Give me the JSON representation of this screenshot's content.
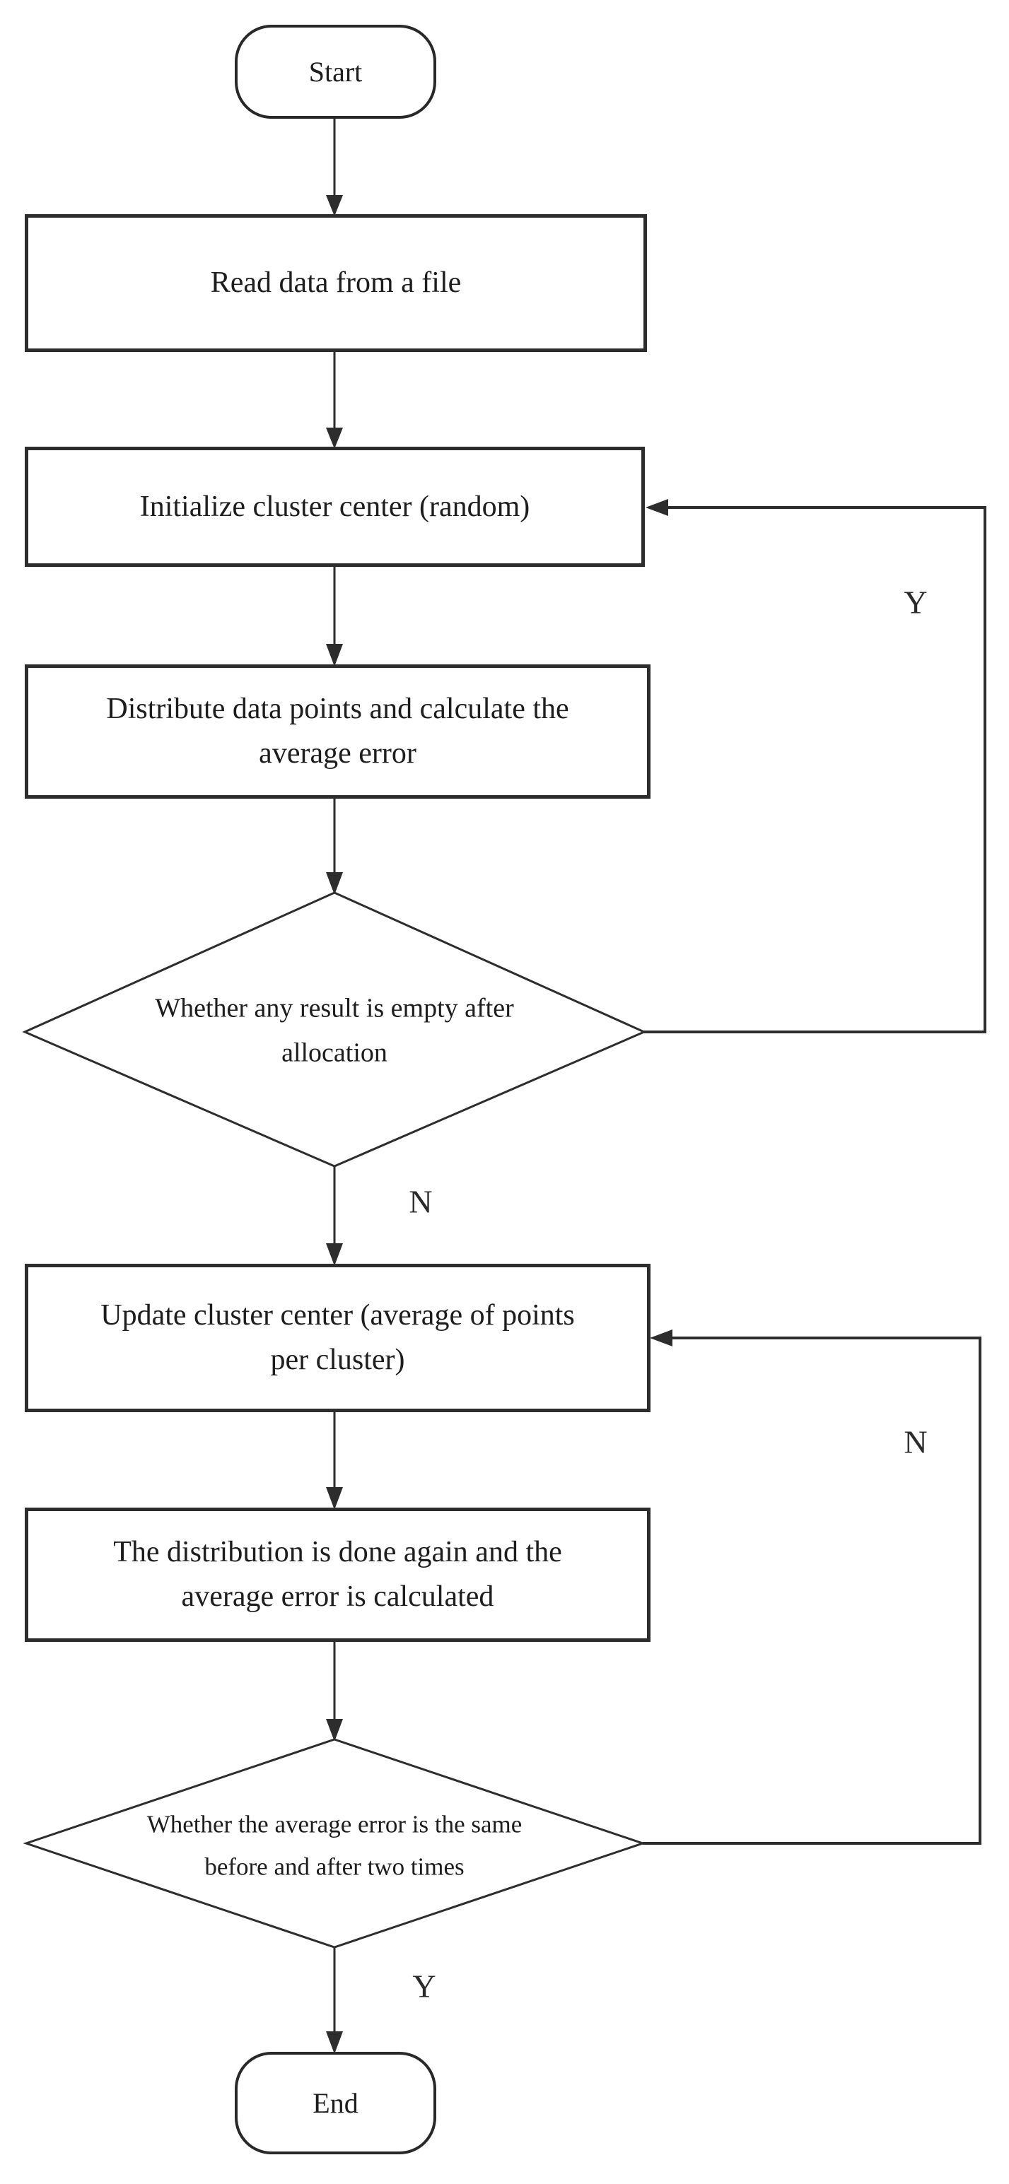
{
  "diagram": {
    "background": "#ffffff",
    "stroke_color": "#2d2d2d",
    "text_color": "#1d1d1d",
    "nodes": {
      "start": {
        "type": "terminator",
        "label": "Start"
      },
      "read_data": {
        "type": "process",
        "label": "Read data from a file"
      },
      "init_center": {
        "type": "process",
        "label": "Initialize cluster center (random)"
      },
      "distribute": {
        "type": "process",
        "label": "Distribute data points and calculate the average error"
      },
      "check_empty": {
        "type": "decision",
        "label": "Whether any result is empty after allocation"
      },
      "update_center": {
        "type": "process",
        "label": "Update cluster center (average of points per cluster)"
      },
      "redistribute": {
        "type": "process",
        "label": "The distribution is done again and the average error is calculated"
      },
      "check_error": {
        "type": "decision",
        "label": "Whether the average error is the same before and after two times"
      },
      "end": {
        "type": "terminator",
        "label": "End"
      }
    },
    "edge_labels": {
      "check_empty_no": "N",
      "check_empty_yes": "Y",
      "check_error_no": "N",
      "check_error_yes": "Y"
    }
  }
}
